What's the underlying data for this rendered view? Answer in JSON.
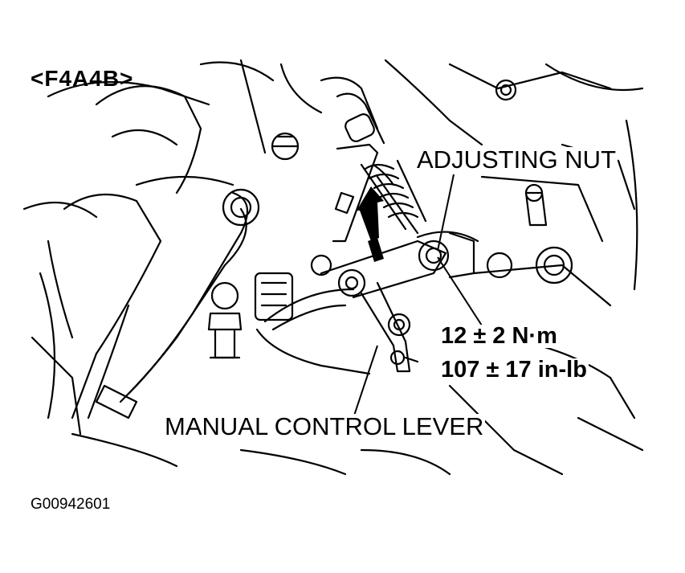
{
  "diagram": {
    "model_tag": "<F4A4B>",
    "labels": {
      "adjusting_nut": "ADJUSTING NUT",
      "torque_metric": "12 ± 2 N·m",
      "torque_imperial": "107 ± 17 in-lb",
      "manual_control_lever": "MANUAL CONTROL LEVER"
    },
    "figure_id": "G00942601",
    "colors": {
      "line": "#000000",
      "background": "#ffffff"
    }
  }
}
